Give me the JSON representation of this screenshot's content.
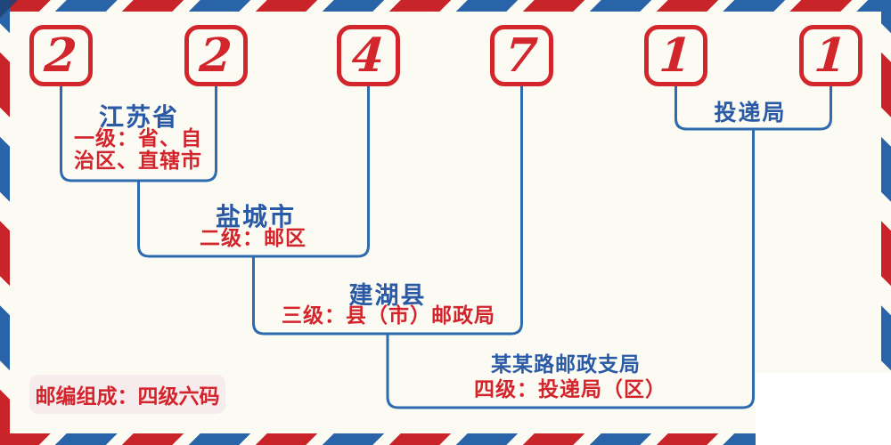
{
  "colors": {
    "stripe_red": "#c9242a",
    "stripe_blue": "#2a64a8",
    "digit_red": "#d2262c",
    "label_blue": "#2a5aa5",
    "desc_red": "#d3242b",
    "line_blue": "#2e6aae",
    "background": "#fbfbf4",
    "badge_background": "#f6eced"
  },
  "postal_code": {
    "value": "224711",
    "digits": [
      "2",
      "2",
      "4",
      "7",
      "1",
      "1"
    ]
  },
  "labels": {
    "level1": {
      "name": "江苏省",
      "desc_line1": "一级：省、自",
      "desc_line2": "治区、直辖市"
    },
    "level2": {
      "name": "盐城市",
      "desc": "二级：邮区"
    },
    "level3": {
      "name": "建湖县",
      "desc": "三级：县（市）邮政局"
    },
    "level4": {
      "name": "某某路邮政支局",
      "desc": "四级：投递局（区）"
    },
    "delivery": {
      "name": "投递局"
    }
  },
  "footer": {
    "badge": "邮编组成：四级六码"
  }
}
